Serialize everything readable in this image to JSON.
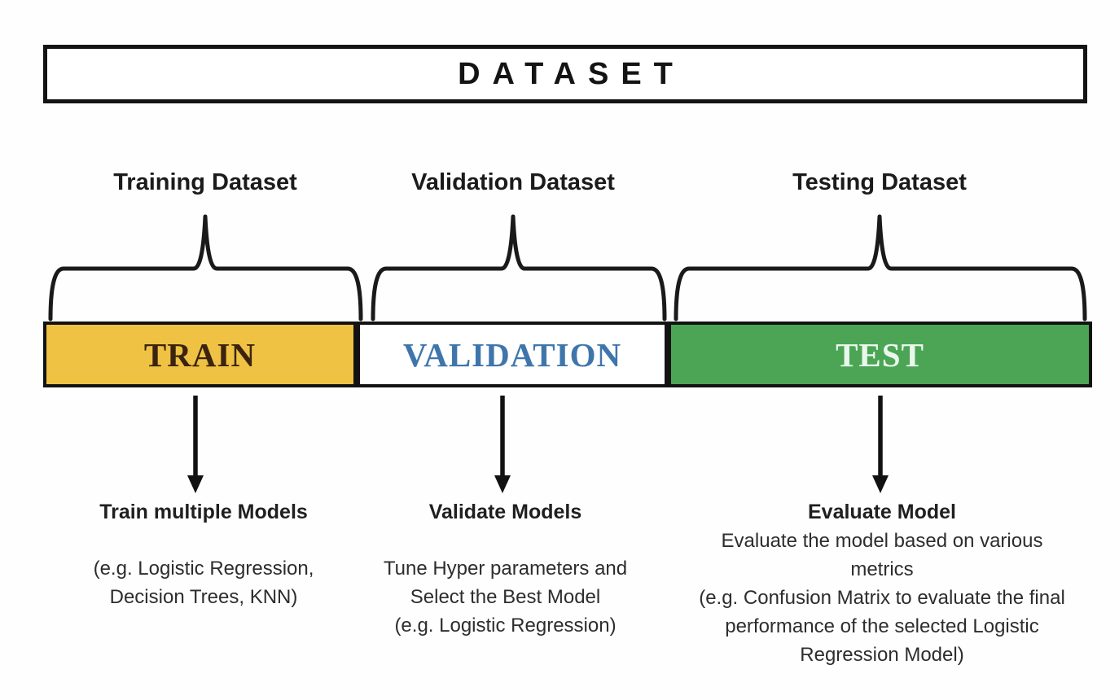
{
  "title": "DATASET",
  "colors": {
    "border": "#131313",
    "line": "#1a1a1a",
    "train_bg": "#EFC243",
    "train_fg": "#3A2410",
    "validation_bg": "#FFFFFF",
    "validation_fg": "#3E76AC",
    "test_bg": "#4BA555",
    "test_fg": "#EAF7EC"
  },
  "sections": [
    {
      "bracket_label": "Training Dataset",
      "segment_label": "TRAIN",
      "segment_bg": "#EFC243",
      "segment_fg": "#3A2410",
      "action_title": "Train multiple Models",
      "action_detail": "(e.g. Logistic Regression,\nDecision Trees, KNN)"
    },
    {
      "bracket_label": "Validation Dataset",
      "segment_label": "VALIDATION",
      "segment_bg": "#FFFFFF",
      "segment_fg": "#3E76AC",
      "action_title": "Validate Models",
      "action_detail": "Tune Hyper parameters and\nSelect the Best Model\n(e.g. Logistic Regression)"
    },
    {
      "bracket_label": "Testing Dataset",
      "segment_label": "TEST",
      "segment_bg": "#4BA555",
      "segment_fg": "#EAF7EC",
      "action_title": "Evaluate Model",
      "action_detail": "Evaluate the model based on various\nmetrics\n(e.g. Confusion Matrix to evaluate the final\nperformance of the selected Logistic\nRegression Model)"
    }
  ]
}
